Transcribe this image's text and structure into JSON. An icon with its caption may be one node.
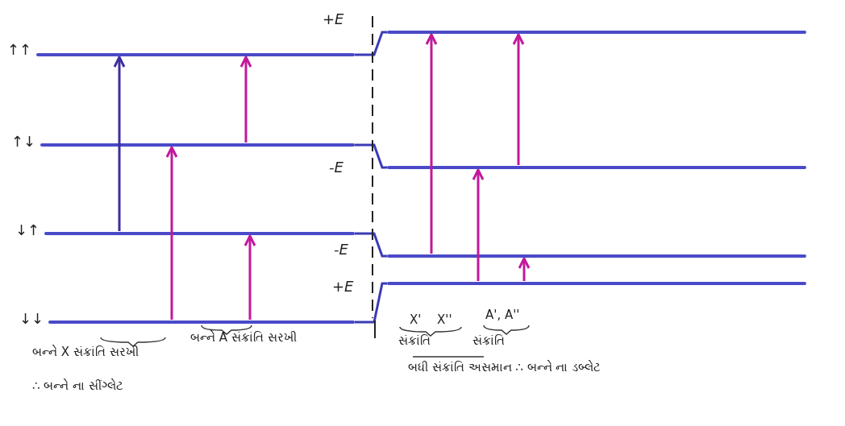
{
  "diagram": {
    "nodes": [
      {
        "text": [],
        "shape": "bar",
        "beside": [
          "↑↑"
        ]
      },
      {
        "text": [],
        "shape": "bar",
        "beside": [
          "↑↓"
        ]
      },
      {
        "text": [],
        "shape": "bar",
        "beside": [
          "↓↑"
        ]
      },
      {
        "text": [],
        "shape": "bar",
        "beside": [
          "↓↓"
        ]
      },
      {
        "text": [],
        "shape": "bar"
      },
      {
        "text": [],
        "shape": "bar"
      },
      {
        "text": [],
        "shape": "bar"
      },
      {
        "text": [],
        "shape": "bar"
      }
    ],
    "edges": [
      {
        "from": 0,
        "to": 4,
        "arrow": "none",
        "color": "#3b3bb5"
      },
      {
        "from": 1,
        "to": 5,
        "arrow": "none",
        "color": "#3b3bb5"
      },
      {
        "from": 2,
        "to": 6,
        "arrow": "none",
        "color": "#3b3bb5"
      },
      {
        "from": 3,
        "to": 7,
        "arrow": "none",
        "color": "#3b3bb5"
      },
      {
        "from": 2,
        "to": 0,
        "arrow": "to",
        "color": "#3d2f9e"
      },
      {
        "from": 3,
        "to": 1,
        "arrow": "to"
      },
      {
        "from": 1,
        "to": 0,
        "arrow": "to"
      },
      {
        "from": 3,
        "to": 2,
        "arrow": "to"
      },
      {
        "from": 6,
        "to": 4,
        "arrow": "to"
      },
      {
        "from": 7,
        "to": 5,
        "arrow": "to"
      },
      {
        "from": 5,
        "to": 4,
        "arrow": "to"
      },
      {
        "from": 7,
        "to": 6,
        "arrow": "to"
      }
    ],
    "labels": [
      "+E",
      "-E",
      "-E",
      "+E",
      "X'",
      "X''",
      "A', A''",
      "બન્ને X સંક્રાંતિ સરખી",
      "બન્ને A સંક્રાંતિ સરખી",
      "સંક્રાંતિ",
      "સંક્રાંતિ",
      "બધી સંક્રાંતિ અસમાન ∴ બન્ને ના ડબ્લેટ",
      "∴ બન્ને ના સીંગ્લેટ"
    ]
  }
}
